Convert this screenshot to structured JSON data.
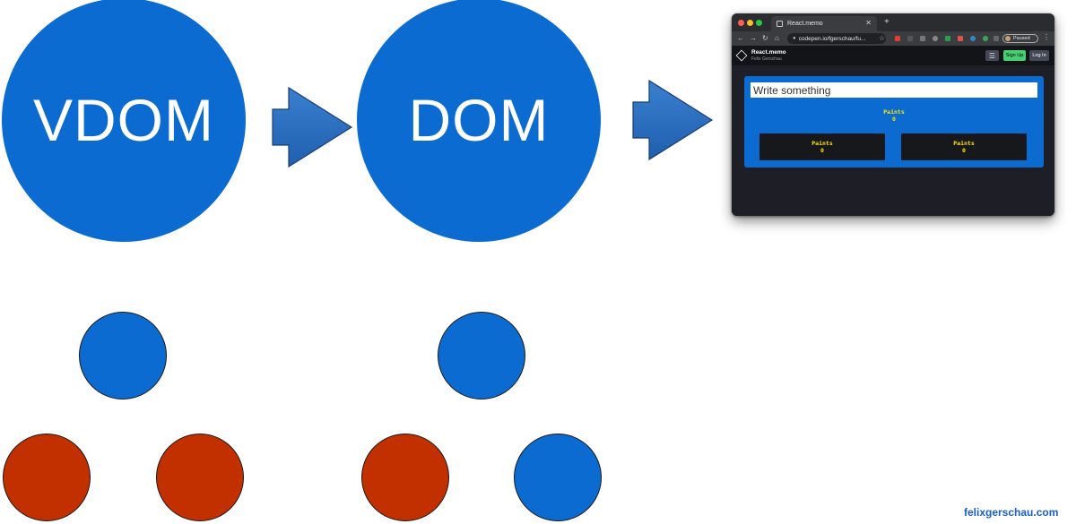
{
  "diagram": {
    "vdom_label": "VDOM",
    "dom_label": "DOM",
    "colors": {
      "blue": "#0b6bd0",
      "red": "#c23000",
      "accent_green": "#47cf73",
      "paints_yellow": "#ffe500"
    }
  },
  "browser": {
    "tab_title": "React.memo",
    "url": "codepen.io/fgerschau/fu...",
    "profile_status": "Paused",
    "pen_title": "React.memo",
    "pen_author": "Felix Gerschau",
    "signup_label": "Sign Up",
    "login_label": "Log In",
    "input_value": "Write something",
    "paints_label": "Paints",
    "parent_paints": "0",
    "child_left_paints": "0",
    "child_right_paints": "0"
  },
  "watermark": "felixgerschau.com"
}
